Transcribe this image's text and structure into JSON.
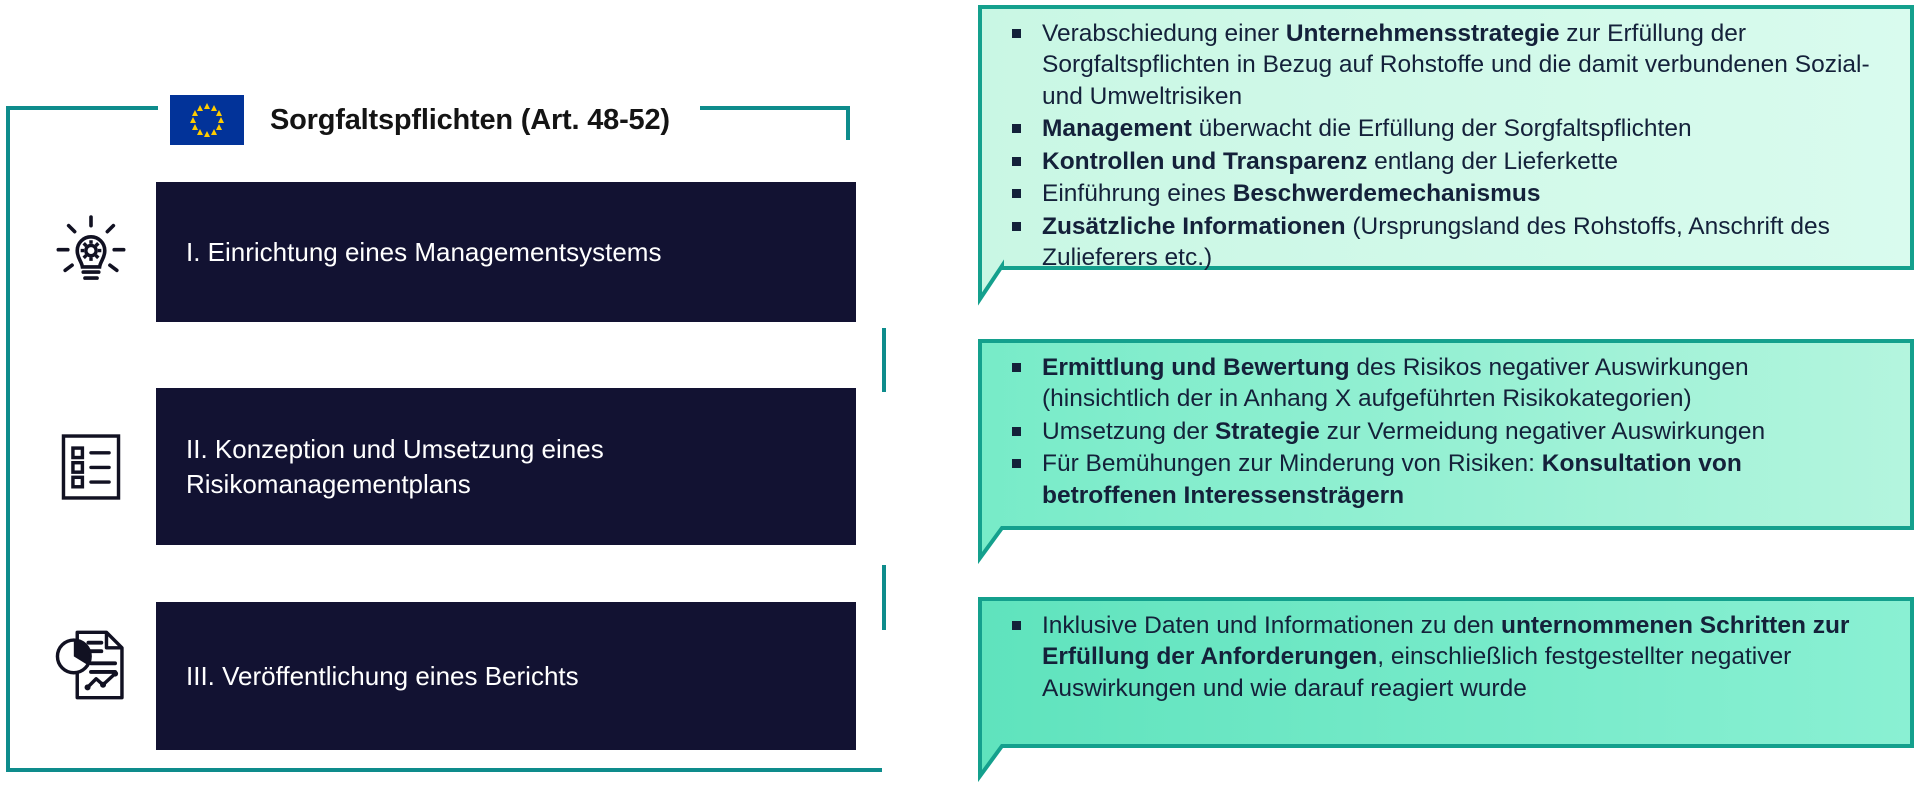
{
  "header": {
    "flag_name": "eu-flag",
    "title": "Sorgfaltspflichten (Art. 48-52)"
  },
  "colors": {
    "dark_box": "#121232",
    "teal_line": "#0e8c8c",
    "panel_mint_light": "#cdf7e6",
    "panel_mint_mid": "#9bf0d5",
    "panel_mint_strong": "#5fe3bd",
    "panel_border": "#14a08d",
    "flag_blue": "#023399",
    "flag_star": "#ffcc00",
    "text_dark": "#14213a"
  },
  "steps": [
    {
      "icon": "lightbulb-gear-icon",
      "label": "I. Einrichtung eines Managementsystems"
    },
    {
      "icon": "checklist-icon",
      "label": "II. Konzeption und Umsetzung eines Risikomanagementplans"
    },
    {
      "icon": "report-chart-document-icon",
      "label": "III. Veröffentlichung eines Berichts"
    }
  ],
  "panels": [
    {
      "name": "panel-managementsystem",
      "bullets": [
        [
          {
            "t": "Verabschiedung einer ",
            "b": false
          },
          {
            "t": "Unternehmensstrategie",
            "b": true
          },
          {
            "t": " zur Erfüllung der  Sorgfaltspflichten in Bezug auf Rohstoffe und die damit verbundenen Sozial- und Umweltrisiken",
            "b": false
          }
        ],
        [
          {
            "t": "Management",
            "b": true
          },
          {
            "t": " überwacht die Erfüllung der Sorgfaltspflichten",
            "b": false
          }
        ],
        [
          {
            "t": "Kontrollen und Transparenz",
            "b": true
          },
          {
            "t": " entlang der Lieferkette",
            "b": false
          }
        ],
        [
          {
            "t": "Einführung eines ",
            "b": false
          },
          {
            "t": "Beschwerdemechanismus",
            "b": true
          }
        ],
        [
          {
            "t": "Zusätzliche Informationen",
            "b": true
          },
          {
            "t": " (Ursprungsland des Rohstoffs, Anschrift des Zulieferers etc.)",
            "b": false
          }
        ]
      ]
    },
    {
      "name": "panel-risikomanagementplan",
      "bullets": [
        [
          {
            "t": "Ermittlung und Bewertung",
            "b": true
          },
          {
            "t": " des Risikos negativer Auswirkungen (hinsichtlich der in Anhang X aufgeführten Risikokategorien)",
            "b": false
          }
        ],
        [
          {
            "t": "Umsetzung der ",
            "b": false
          },
          {
            "t": "Strategie",
            "b": true
          },
          {
            "t": " zur Vermeidung negativer Auswirkungen",
            "b": false
          }
        ],
        [
          {
            "t": "Für Bemühungen zur Minderung von Risiken: ",
            "b": false
          },
          {
            "t": "Konsultation von betroffenen Interessensträgern",
            "b": true
          }
        ]
      ]
    },
    {
      "name": "panel-bericht",
      "bullets": [
        [
          {
            "t": "Inklusive Daten und Informationen zu den ",
            "b": false
          },
          {
            "t": "unternommenen Schritten zur Erfüllung der Anforderungen",
            "b": true
          },
          {
            "t": ", einschließlich festgestellter negativer Auswirkungen  und wie darauf reagiert wurde",
            "b": false
          }
        ]
      ]
    }
  ]
}
